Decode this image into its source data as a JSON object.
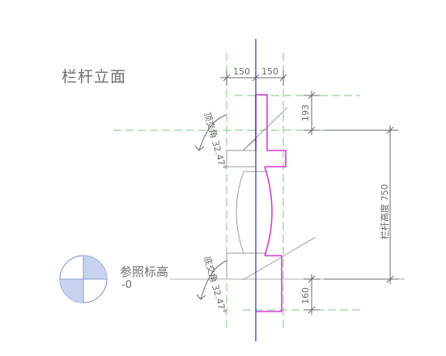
{
  "view": {
    "title": "栏杆立面"
  },
  "level": {
    "name": "参照标高",
    "value": "-0",
    "symbol_colors": {
      "fill": "#c7d3ee",
      "stroke": "#8a9ccf"
    }
  },
  "dimensions": {
    "left_width": "150",
    "right_width": "150",
    "top_offset": "193",
    "bottom_offset": "160",
    "height": "栏杆高度 750"
  },
  "angle_labels": {
    "top": "顶交角 32.47°",
    "bottom": "底交角 32.47°"
  },
  "colors": {
    "reference_line": "#7fc97f",
    "center_axis": "#3b3bd4",
    "baluster_profile": "#d63cd6",
    "projection": "#9a9a9a",
    "annotation": "#6a6a6a"
  }
}
